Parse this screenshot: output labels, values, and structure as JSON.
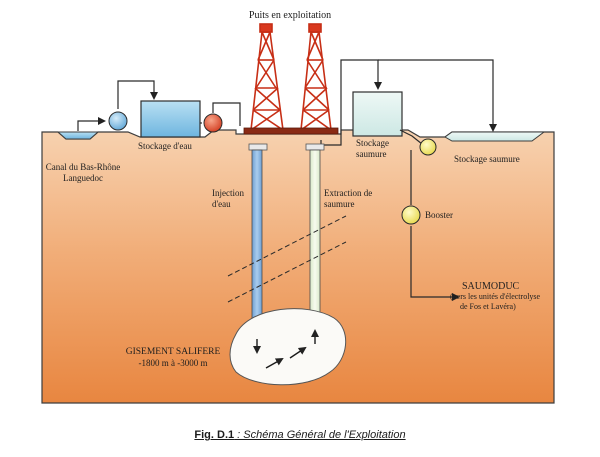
{
  "title": "Puits en exploitation",
  "labels": {
    "canal_line1": "Canal du Bas-Rhône",
    "canal_line2": "Languedoc",
    "water_storage": "Stockage d'eau",
    "brine_storage_line1": "Stockage",
    "brine_storage_line2": "saumure",
    "brine_storage_basin": "Stockage saumure",
    "injection_line1": "Injection",
    "injection_line2": "d'eau",
    "extraction_line1": "Extraction de",
    "extraction_line2": "saumure",
    "booster": "Booster",
    "saumoduc_title": "SAUMODUC",
    "saumoduc_line1": "(vers les unités d'électrolyse",
    "saumoduc_line2": "de Fos et Lavéra)",
    "deposit_line1": "GISEMENT SALIFERE",
    "deposit_line2": "-1800 m  à  -3000 m"
  },
  "caption": {
    "prefix": "Fig. D.1",
    "text": " : Schéma Général de l'Exploitation"
  },
  "colors": {
    "ground_top": "#f6c9a1",
    "ground_bottom": "#e98a45",
    "water": "#8ec6e6",
    "derrick": "#d9381e",
    "brine_pipe": "#eef5df",
    "injection_pipe": "#8ab4de",
    "booster": "#f4ec7a"
  }
}
